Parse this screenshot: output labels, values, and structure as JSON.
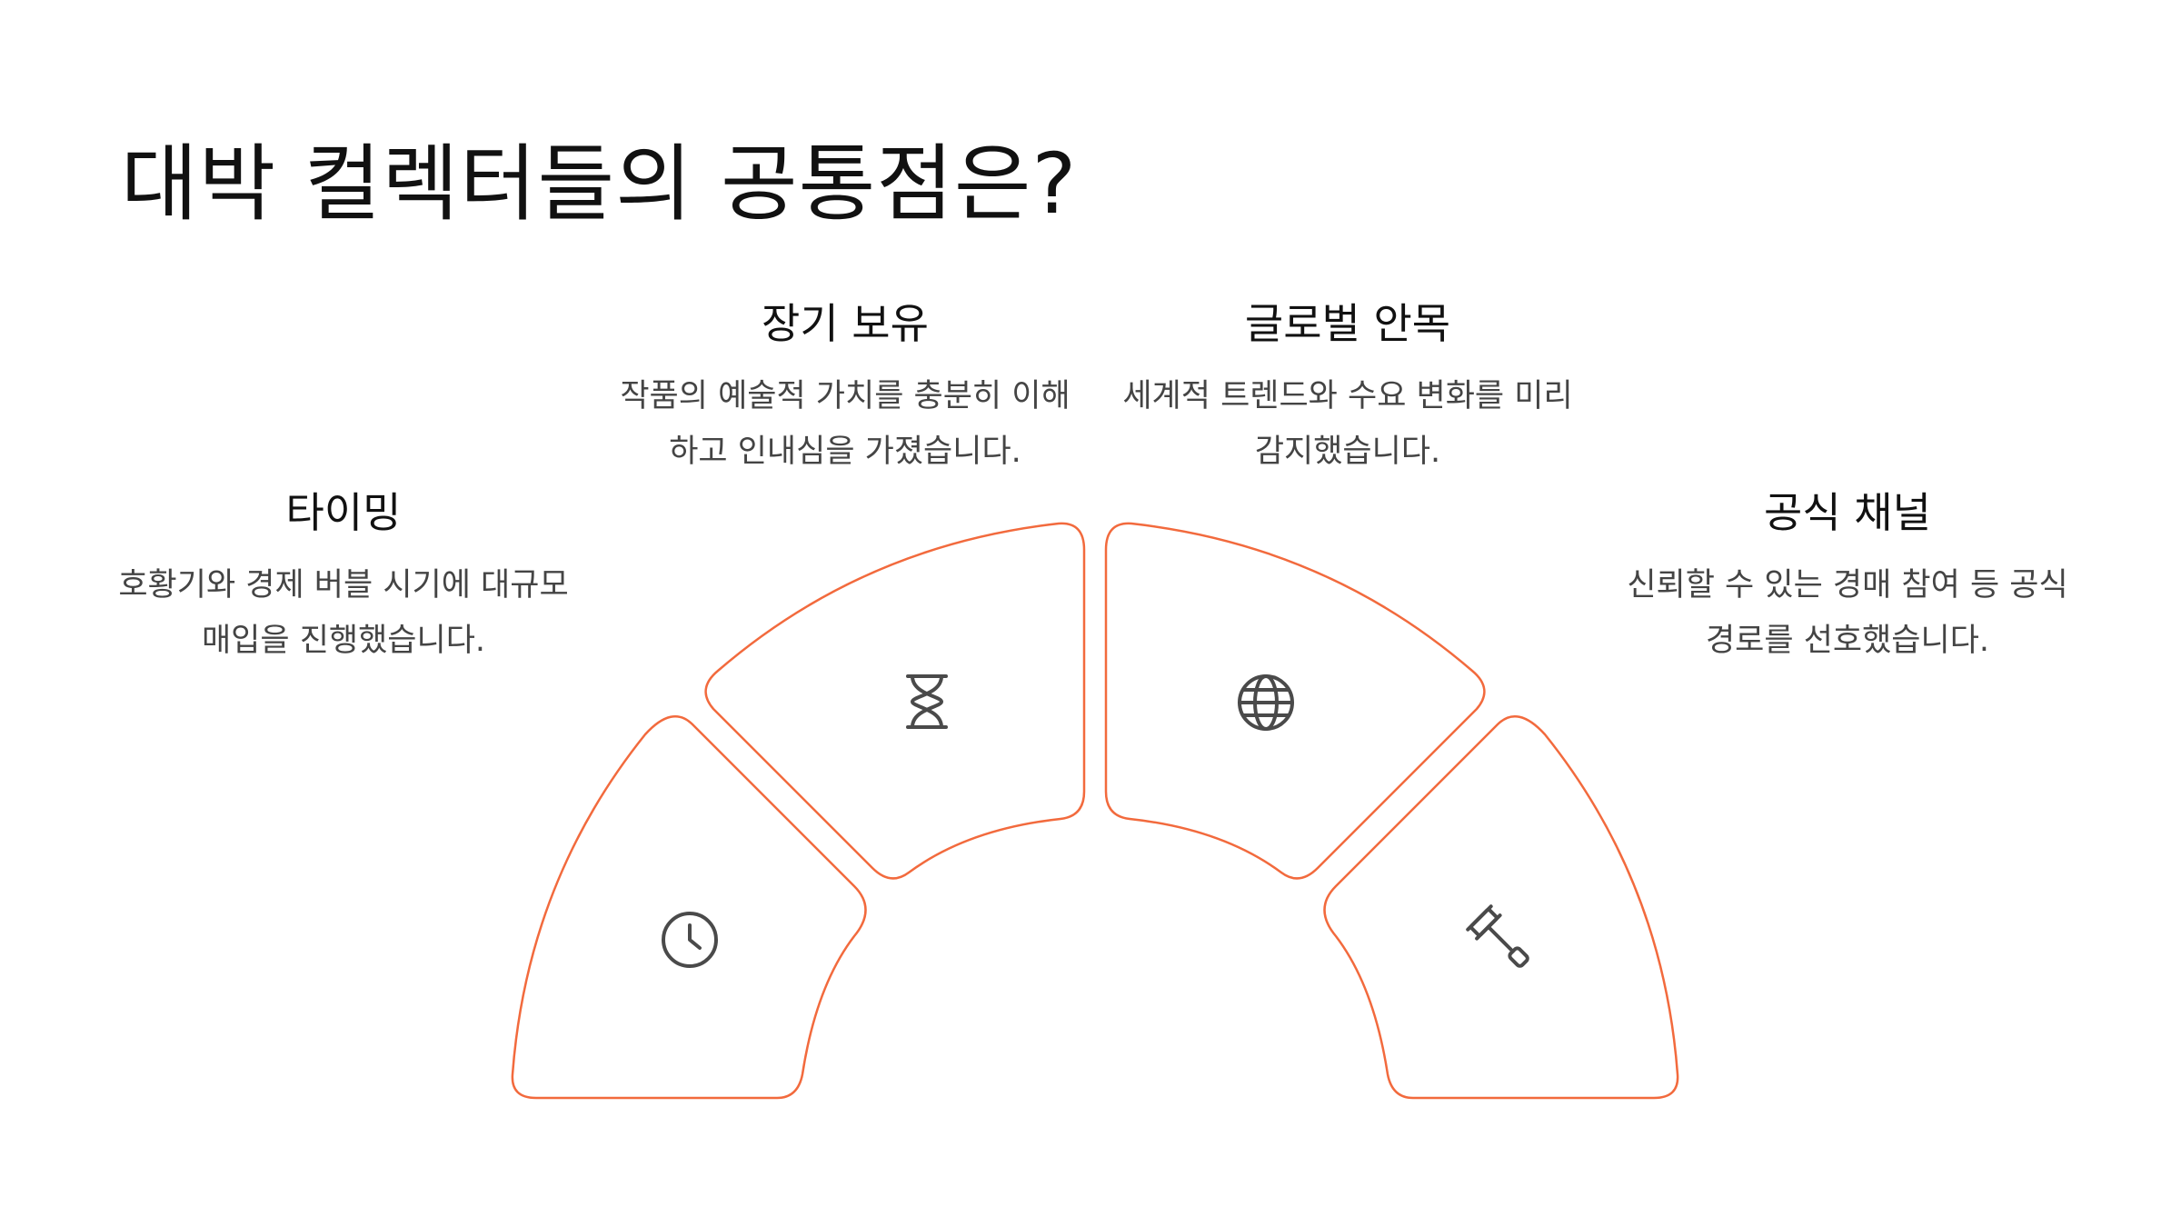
{
  "title": "대박 컬렉터들의 공통점은?",
  "colors": {
    "accent": "#F26A3D",
    "icon": "#4a4a4a",
    "text": "#111111",
    "muted": "#444444"
  },
  "items": [
    {
      "key": "timing",
      "heading": "타이밍",
      "description": "호황기와 경제 버블 시기에 대규모 매입을 진행했습니다.",
      "icon": "clock-icon"
    },
    {
      "key": "hold",
      "heading": "장기 보유",
      "description": "작품의 예술적 가치를 충분히 이해하고 인내심을 가졌습니다.",
      "icon": "hourglass-icon"
    },
    {
      "key": "global",
      "heading": "글로벌 안목",
      "description": "세계적 트렌드와 수요 변화를 미리 감지했습니다.",
      "icon": "globe-icon"
    },
    {
      "key": "channel",
      "heading": "공식 채널",
      "description": "신뢰할 수 있는 경매 참여 등 공식 경로를 선호했습니다.",
      "icon": "gavel-icon"
    }
  ]
}
